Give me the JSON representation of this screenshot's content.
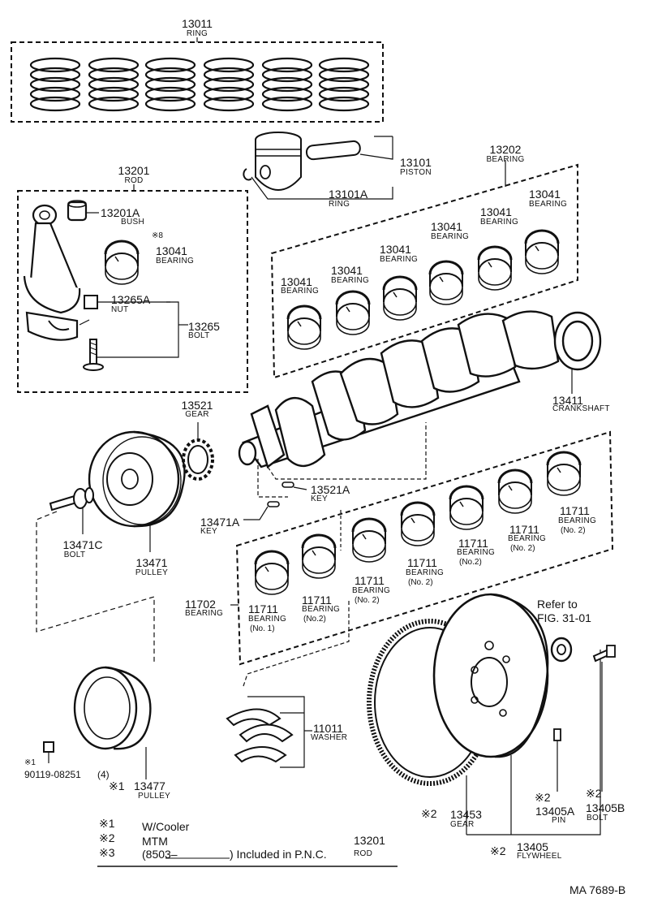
{
  "parts": {
    "ring_set": {
      "num": "13011",
      "name": "RING"
    },
    "piston": {
      "num": "13101",
      "name": "PISTON"
    },
    "piston_ring": {
      "num": "13101A",
      "name": "RING"
    },
    "rod": {
      "num": "13201",
      "name": "ROD"
    },
    "bush": {
      "num": "13201A",
      "name": "BUSH"
    },
    "rod_bearing": {
      "mark": "※8",
      "num": "13041",
      "name": "BEARING"
    },
    "nut": {
      "num": "13265A",
      "name": "NUT"
    },
    "bolt": {
      "num": "13265",
      "name": "BOLT"
    },
    "bearing_set": {
      "num": "13202",
      "name": "BEARING"
    },
    "upper_bearings": [
      {
        "num": "13041",
        "name": "BEARING"
      },
      {
        "num": "13041",
        "name": "BEARING"
      },
      {
        "num": "13041",
        "name": "BEARING"
      },
      {
        "num": "13041",
        "name": "BEARING"
      },
      {
        "num": "13041",
        "name": "BEARING"
      },
      {
        "num": "13041",
        "name": "BEARING"
      }
    ],
    "crankshaft": {
      "num": "13411",
      "name": "CRANKSHAFT"
    },
    "gear": {
      "num": "13521",
      "name": "GEAR"
    },
    "key_a": {
      "num": "13521A",
      "name": "KEY"
    },
    "key_b": {
      "num": "13471A",
      "name": "KEY"
    },
    "pulley_bolt": {
      "num": "13471C",
      "name": "BOLT"
    },
    "pulley": {
      "num": "13471",
      "name": "PULLEY"
    },
    "main_bearing_set": {
      "num": "11702",
      "name": "BEARING"
    },
    "main_bearings": [
      {
        "num": "11711",
        "name": "BEARING",
        "sub": "(No. 1)"
      },
      {
        "num": "11711",
        "name": "BEARING",
        "sub": "(No.2)"
      },
      {
        "num": "11711",
        "name": "BEARING",
        "sub": "(No. 2)"
      },
      {
        "num": "11711",
        "name": "BEARING",
        "sub": "(No. 2)"
      },
      {
        "num": "11711",
        "name": "BEARING",
        "sub": "(No.2)"
      },
      {
        "num": "11711",
        "name": "BEARING",
        "sub": "(No. 2)"
      },
      {
        "num": "11711",
        "name": "BEARING",
        "sub": "(No. 2)"
      }
    ],
    "washer": {
      "num": "11011",
      "name": "WASHER"
    },
    "small_bolt": {
      "mark": "※1",
      "num": "90119-08251",
      "qty": "(4)"
    },
    "pulley_cooler": {
      "mark": "※1",
      "num": "13477",
      "name": "PULLEY"
    },
    "ring_gear": {
      "mark": "※2",
      "num": "13453",
      "name": "GEAR"
    },
    "pin": {
      "mark": "※2",
      "num": "13405A",
      "name": "PIN"
    },
    "flywheel_bolt": {
      "mark": "※2",
      "num": "13405B",
      "name": "BOLT"
    },
    "flywheel": {
      "mark": "※2",
      "num": "13405",
      "name": "FLYWHEEL"
    }
  },
  "refer": {
    "line1": "Refer to",
    "line2": "FIG. 31-01"
  },
  "legend": [
    {
      "mark": "※1",
      "text": "W/Cooler"
    },
    {
      "mark": "※2",
      "text": "MTM"
    },
    {
      "mark": "※3",
      "text": "(8503–",
      "tail": ") Included in P.N.C.",
      "num": "13201",
      "name": "ROD"
    }
  ],
  "figure_code": "MA 7689-B"
}
